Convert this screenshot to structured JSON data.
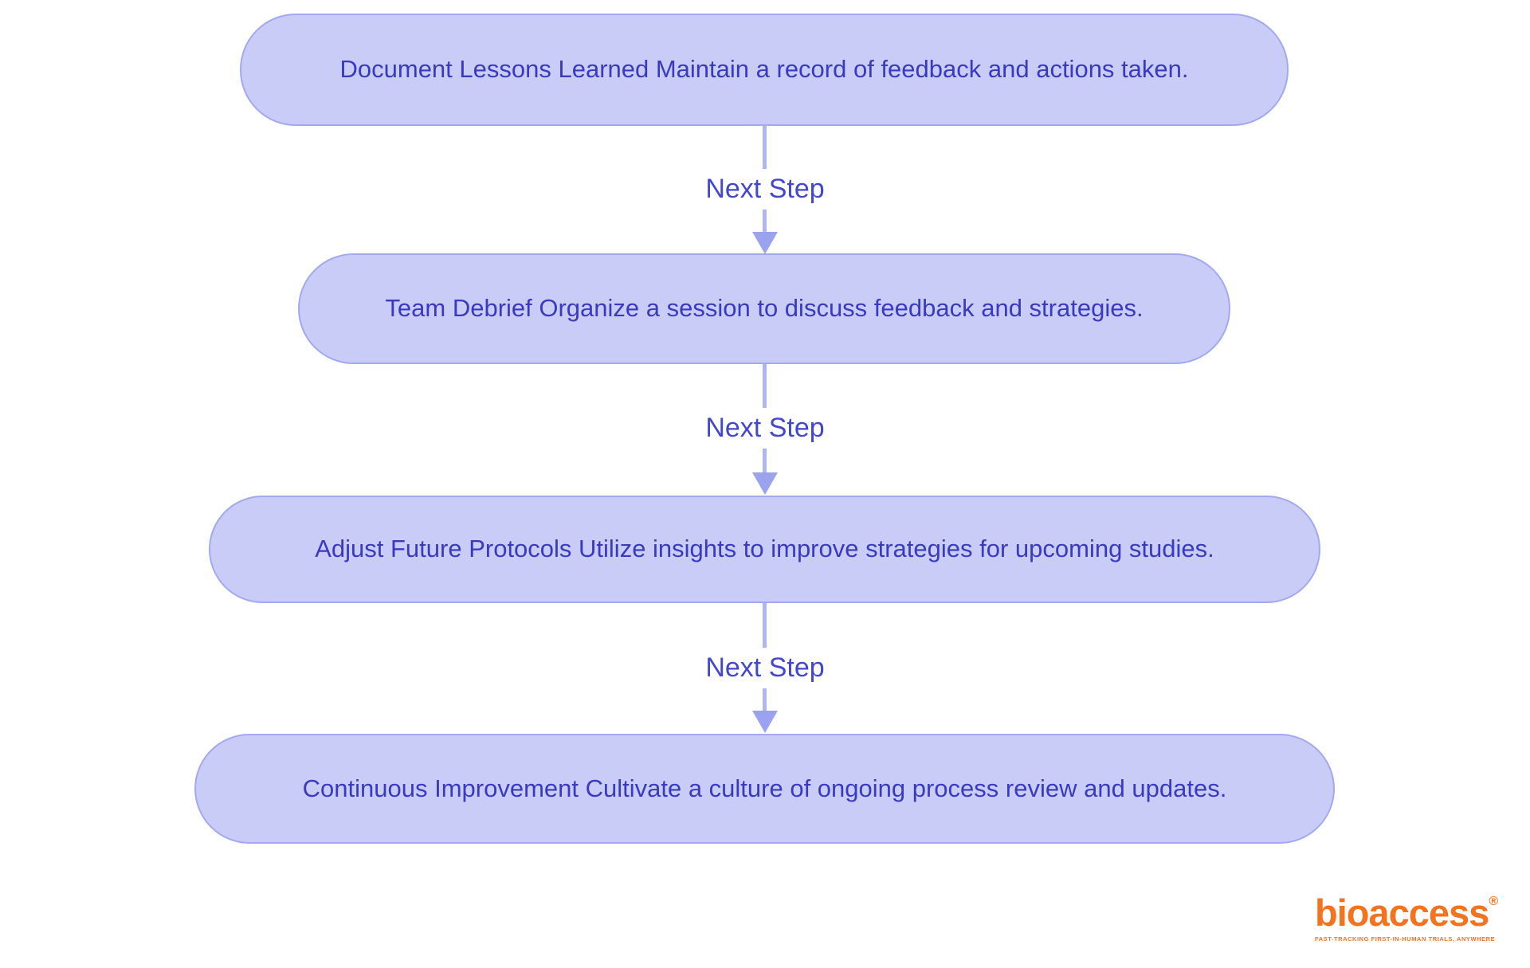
{
  "flow": {
    "nodes": [
      {
        "id": "document-lessons-learned",
        "text": "Document Lessons Learned Maintain a record of feedback and actions taken."
      },
      {
        "id": "team-debrief",
        "text": "Team Debrief Organize a session to discuss feedback and strategies."
      },
      {
        "id": "adjust-future-protocols",
        "text": "Adjust Future Protocols Utilize insights to improve strategies for upcoming studies."
      },
      {
        "id": "continuous-improvement",
        "text": "Continuous Improvement Cultivate a culture of ongoing process review and updates."
      }
    ],
    "connectors": [
      {
        "label": "Next Step"
      },
      {
        "label": "Next Step"
      },
      {
        "label": "Next Step"
      }
    ]
  },
  "branding": {
    "wordmark": "bioaccess",
    "registered_mark": "®",
    "tagline": "FAST-TRACKING FIRST-IN-HUMAN TRIALS, ANYWHERE"
  },
  "colors": {
    "node-fill": "#c9ccf6",
    "node-border": "#a3a9f0",
    "node-text": "#3a3ac0",
    "connector-line": "#aeb4f4",
    "connector-head": "#9ba3f0",
    "connector-text": "#4347cd",
    "brand-orange": "#f4731f",
    "canvas": "#ffffff"
  }
}
